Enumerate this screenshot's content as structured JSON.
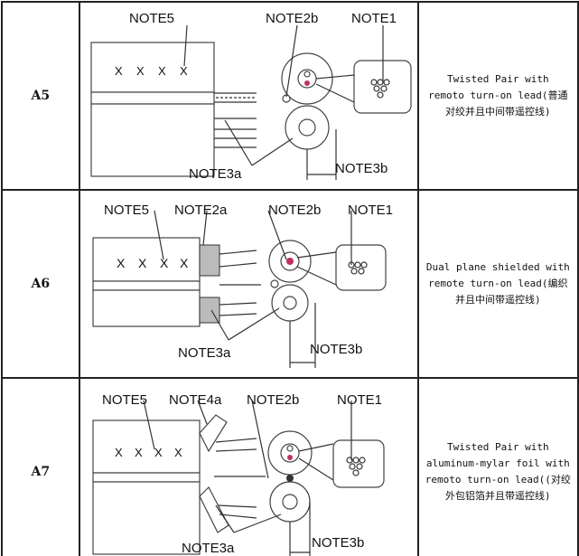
{
  "rows": [
    {
      "code": "A5",
      "notes": {
        "a": "NOTE5",
        "b": "NOTE2b",
        "c": "NOTE1",
        "d": "NOTE3a",
        "e": "NOTE3b"
      },
      "desc_lines": [
        "Twisted Pair with",
        "remoto turn-on lead(普通",
        "对绞并且中间带遥控线)"
      ]
    },
    {
      "code": "A6",
      "notes": {
        "a": "NOTE5",
        "x": "NOTE2a",
        "b": "NOTE2b",
        "c": "NOTE1",
        "d": "NOTE3a",
        "e": "NOTE3b"
      },
      "desc_lines": [
        "Dual plane shielded with",
        "remote turn-on lead(编织",
        "并且中间带遥控线)"
      ]
    },
    {
      "code": "A7",
      "notes": {
        "a": "NOTE5",
        "x": "NOTE4a",
        "b": "NOTE2b",
        "c": "NOTE1",
        "d": "NOTE3a",
        "e": "NOTE3b"
      },
      "desc_lines": [
        "Twisted Pair  with",
        "aluminum-mylar foil with",
        "remoto turn-on lead((对绞",
        "外包铝箔并且带遥控线)"
      ]
    }
  ],
  "colors": {
    "border": "#222222",
    "accent": "#c03060"
  }
}
